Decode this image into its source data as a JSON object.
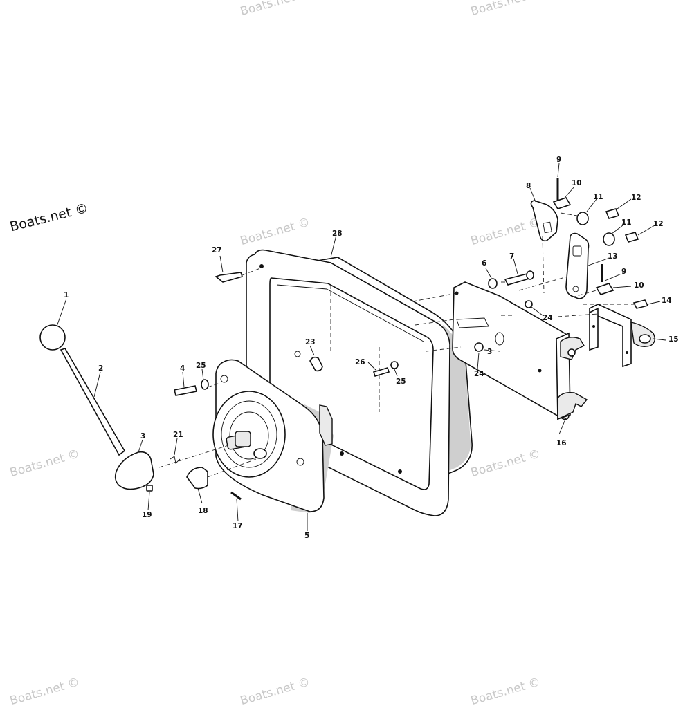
{
  "watermarks": {
    "main": "Boats.net ©",
    "faint": "Boats.net ©"
  },
  "callouts": {
    "c1": "1",
    "c2": "2",
    "c3a": "3",
    "c3b": "3",
    "c4": "4",
    "c5": "5",
    "c6": "6",
    "c7": "7",
    "c8": "8",
    "c9a": "9",
    "c9b": "9",
    "c10a": "10",
    "c10b": "10",
    "c11a": "11",
    "c11b": "11",
    "c12a": "12",
    "c12b": "12",
    "c13": "13",
    "c14": "14",
    "c15": "15",
    "c16": "16",
    "c17": "17",
    "c18": "18",
    "c19": "19",
    "c21": "21",
    "c23": "23",
    "c24a": "24",
    "c24b": "24",
    "c25a": "25",
    "c25b": "25",
    "c26": "26",
    "c27": "27",
    "c28": "28"
  }
}
